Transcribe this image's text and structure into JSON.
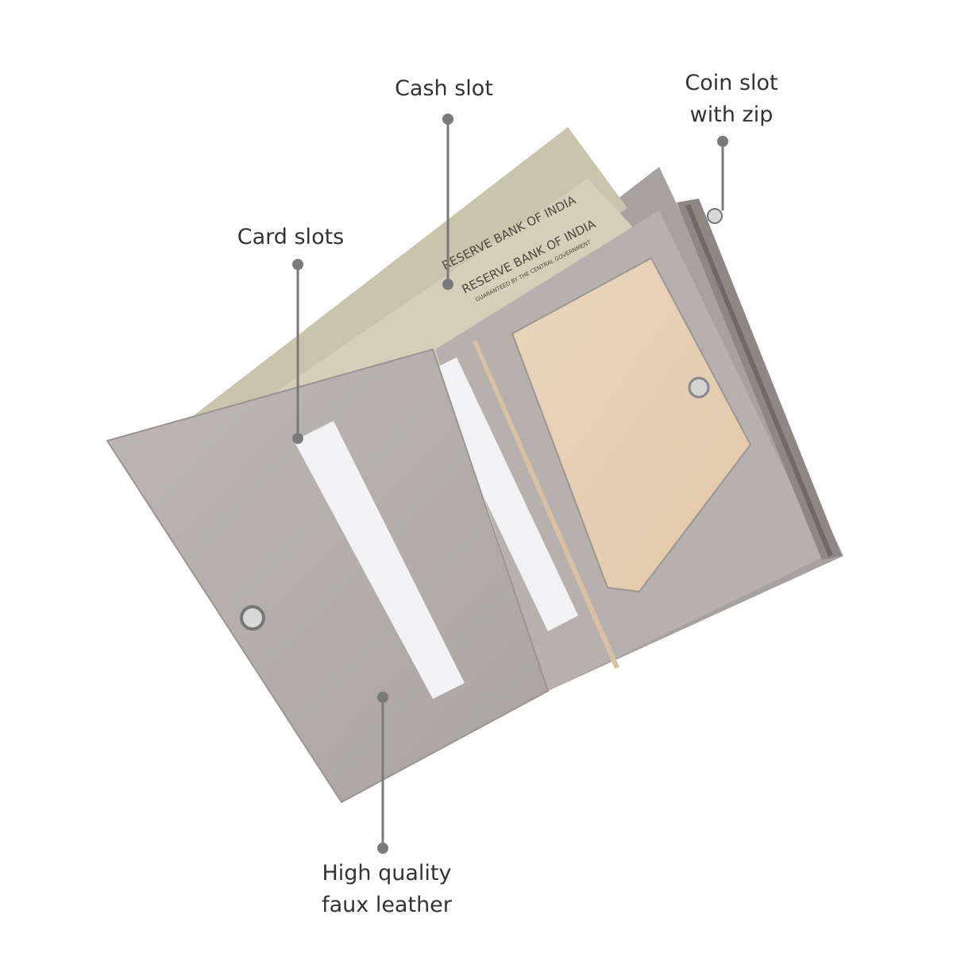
{
  "callouts": {
    "cash_slot": "Cash slot",
    "coin_slot_line1": "Coin slot",
    "coin_slot_line2": "with zip",
    "card_slots": "Card slots",
    "leather_line1": "High quality",
    "leather_line2": "faux leather"
  },
  "banknote_text": {
    "issuer": "RESERVE BANK OF INDIA",
    "guarantee": "GUARANTEED BY THE CENTRAL GOVERNMENT"
  },
  "colors": {
    "wallet": "#b3aeab",
    "wallet_dark": "#8f8986",
    "window": "#e8d1b6",
    "card": "#f2f2f4",
    "banknote": "#c9c4ac",
    "callout_line": "#7a7a7a",
    "text": "#333333"
  }
}
